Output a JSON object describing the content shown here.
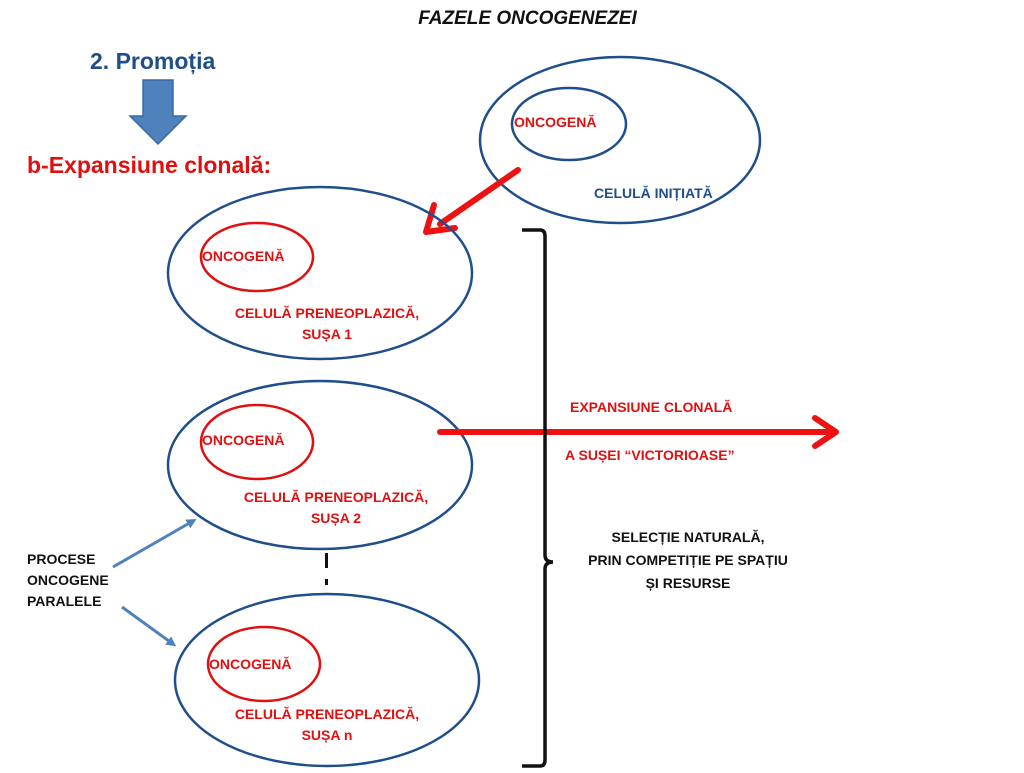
{
  "title": "FAZELE ONCOGENEZEI",
  "stage_label": "2. Promoția",
  "subtitle": "b-Expansiune clonală:",
  "initiated_cell": {
    "oncogene": "ONCOGENĂ",
    "label": "CELULĂ INIȚIATĂ"
  },
  "clones": [
    {
      "oncogene": "ONCOGENĂ",
      "line1": "CELULĂ PRENEOPLAZICĂ,",
      "line2": "SUȘA  1"
    },
    {
      "oncogene": "ONCOGENĂ",
      "line1": "CELULĂ PRENEOPLAZICĂ,",
      "line2": "SUȘA  2"
    },
    {
      "oncogene": "ONCOGENĂ",
      "line1": "CELULĂ PRENEOPLAZICĂ,",
      "line2": "SUȘA  n"
    }
  ],
  "expansion": {
    "line1": "EXPANSIUNE CLONALĂ",
    "line2": "A SUȘEI “VICTORIOASE”"
  },
  "selection": {
    "line1": "SELECȚIE NATURALĂ,",
    "line2": "PRIN COMPETIȚIE PE SPAȚIU",
    "line3": "ȘI RESURSE"
  },
  "processes": {
    "line1": "PROCESE",
    "line2": "ONCOGENE",
    "line3": "PARALELE"
  },
  "colors": {
    "blue": "#1f4e8c",
    "red": "#e01010",
    "arrow_blue": "#4f81bd"
  }
}
